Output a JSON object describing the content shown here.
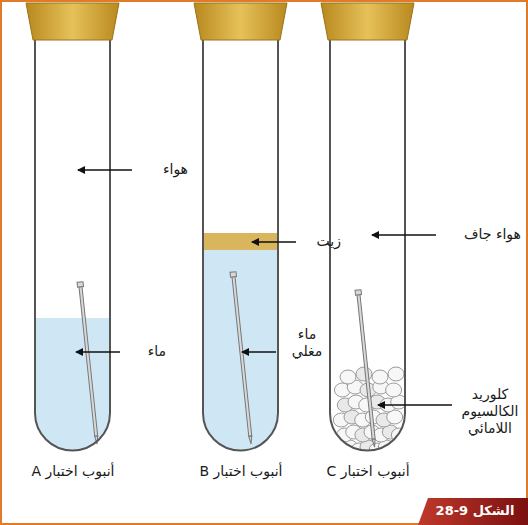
{
  "diagram": {
    "caption": "الشكل 9-28",
    "labels": [
      "هواء",
      "ماء",
      "زيت",
      "ماء مغلي",
      "هواء جاف",
      "كلوريد الكالسيوم اللامائي",
      "أنبوب اختبار A",
      "أنبوب اختبار B",
      "أنبوب اختبار C"
    ]
  }
}
